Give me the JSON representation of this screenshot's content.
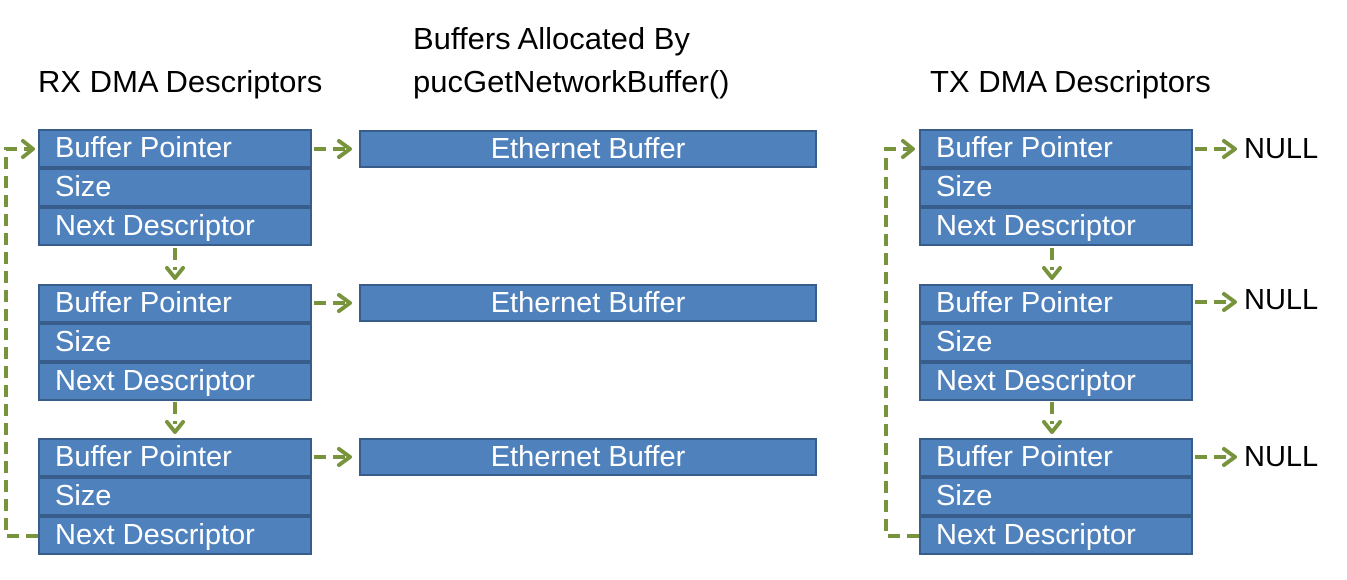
{
  "headings": {
    "rx": "RX DMA Descriptors",
    "buffers_line1": "Buffers Allocated By",
    "buffers_line2": "pucGetNetworkBuffer()",
    "tx": "TX DMA Descriptors"
  },
  "descriptor_fields": {
    "buffer_pointer": "Buffer Pointer",
    "size": "Size",
    "next_descriptor": "Next Descriptor"
  },
  "ethernet_buffer_label": "Ethernet Buffer",
  "null_label": "NULL",
  "colors": {
    "box_fill": "#4f81bd",
    "box_border": "#385d8a",
    "arrow": "#77933c"
  }
}
